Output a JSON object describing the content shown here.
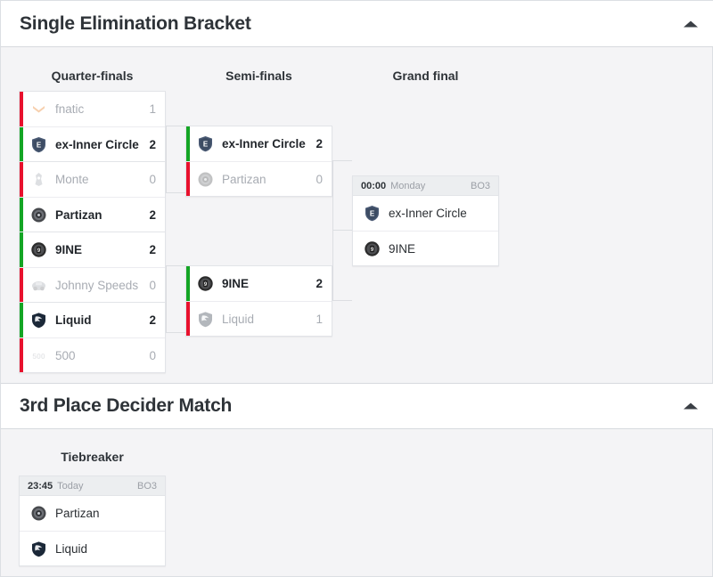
{
  "sections": [
    {
      "title": "Single Elimination Bracket",
      "caret": "caret-up-icon",
      "rounds": [
        {
          "label": "Quarter-finals"
        },
        {
          "label": "Semi-finals"
        },
        {
          "label": "Grand final"
        }
      ]
    },
    {
      "title": "3rd Place Decider Match",
      "caret": "caret-up-icon",
      "rounds": [
        {
          "label": "Tiebreaker"
        }
      ]
    }
  ],
  "matches": {
    "qf1": {
      "top": {
        "team": "fnatic",
        "logo": "fnatic-logo",
        "score": "1",
        "result": "loss"
      },
      "bottom": {
        "team": "ex-Inner Circle",
        "logo": "ex-inner-circle-logo",
        "score": "2",
        "result": "win"
      }
    },
    "qf2": {
      "top": {
        "team": "Monte",
        "logo": "monte-logo",
        "score": "0",
        "result": "loss"
      },
      "bottom": {
        "team": "Partizan",
        "logo": "partizan-logo",
        "score": "2",
        "result": "win"
      }
    },
    "qf3": {
      "top": {
        "team": "9INE",
        "logo": "9ine-logo",
        "score": "2",
        "result": "win"
      },
      "bottom": {
        "team": "Johnny Speeds",
        "logo": "johnny-speeds-logo",
        "score": "0",
        "result": "loss"
      }
    },
    "qf4": {
      "top": {
        "team": "Liquid",
        "logo": "liquid-logo",
        "score": "2",
        "result": "win"
      },
      "bottom": {
        "team": "500",
        "logo": "500-logo",
        "score": "0",
        "result": "loss"
      }
    },
    "sf1": {
      "top": {
        "team": "ex-Inner Circle",
        "logo": "ex-inner-circle-logo",
        "score": "2",
        "result": "win"
      },
      "bottom": {
        "team": "Partizan",
        "logo": "partizan-logo",
        "score": "0",
        "result": "loss"
      }
    },
    "sf2": {
      "top": {
        "team": "9INE",
        "logo": "9ine-logo",
        "score": "2",
        "result": "win"
      },
      "bottom": {
        "team": "Liquid",
        "logo": "liquid-logo",
        "score": "1",
        "result": "loss"
      }
    },
    "final": {
      "header": {
        "time": "00:00",
        "day": "Monday",
        "format": "BO3"
      },
      "top": {
        "team": "ex-Inner Circle",
        "logo": "ex-inner-circle-logo"
      },
      "bottom": {
        "team": "9INE",
        "logo": "9ine-logo"
      }
    },
    "tiebreaker": {
      "header": {
        "time": "23:45",
        "day": "Today",
        "format": "BO3"
      },
      "top": {
        "team": "Partizan",
        "logo": "partizan-logo"
      },
      "bottom": {
        "team": "Liquid",
        "logo": "liquid-logo"
      }
    }
  },
  "colors": {
    "win": "#14a524",
    "loss": "#e8112d",
    "background": "#f4f4f6",
    "card": "#ffffff"
  }
}
